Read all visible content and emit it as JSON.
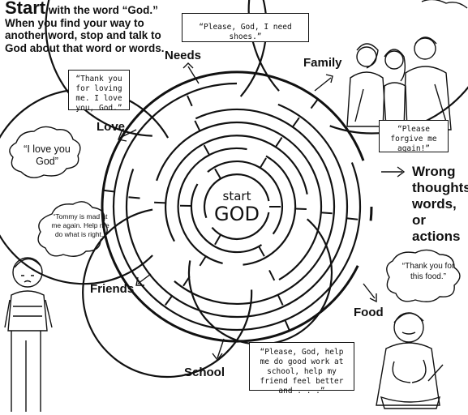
{
  "intro": {
    "start_word": "Start",
    "rest": " with the word “God.” When you find your way to another word, stop and talk to God about that word or words."
  },
  "maze_center": {
    "line1": "start",
    "line2": "GOD"
  },
  "destinations": {
    "needs": "Needs",
    "family": "Family",
    "love": "Love",
    "wrong": "Wrong thoughts, words, or actions",
    "friends": "Friends",
    "food": "Food",
    "school": "School"
  },
  "prayers": {
    "needs": "“Please, God, I need shoes.”",
    "thank_love": "“Thank you for loving me. I love you, God.”",
    "i_love_you": "“I love you God”",
    "forgive": "“Please forgive me again!”",
    "tommy": "“Tommy is mad at me again. Help me do what is right.”",
    "food": "“Thank you for this food.”",
    "school": "“Please, God, help me do good work at school, help my friend feel better and . . .”"
  },
  "illustrations": {
    "family": "family-drawing",
    "boy_left": "boy-standing-drawing",
    "boy_eating": "boy-eating-drawing"
  }
}
